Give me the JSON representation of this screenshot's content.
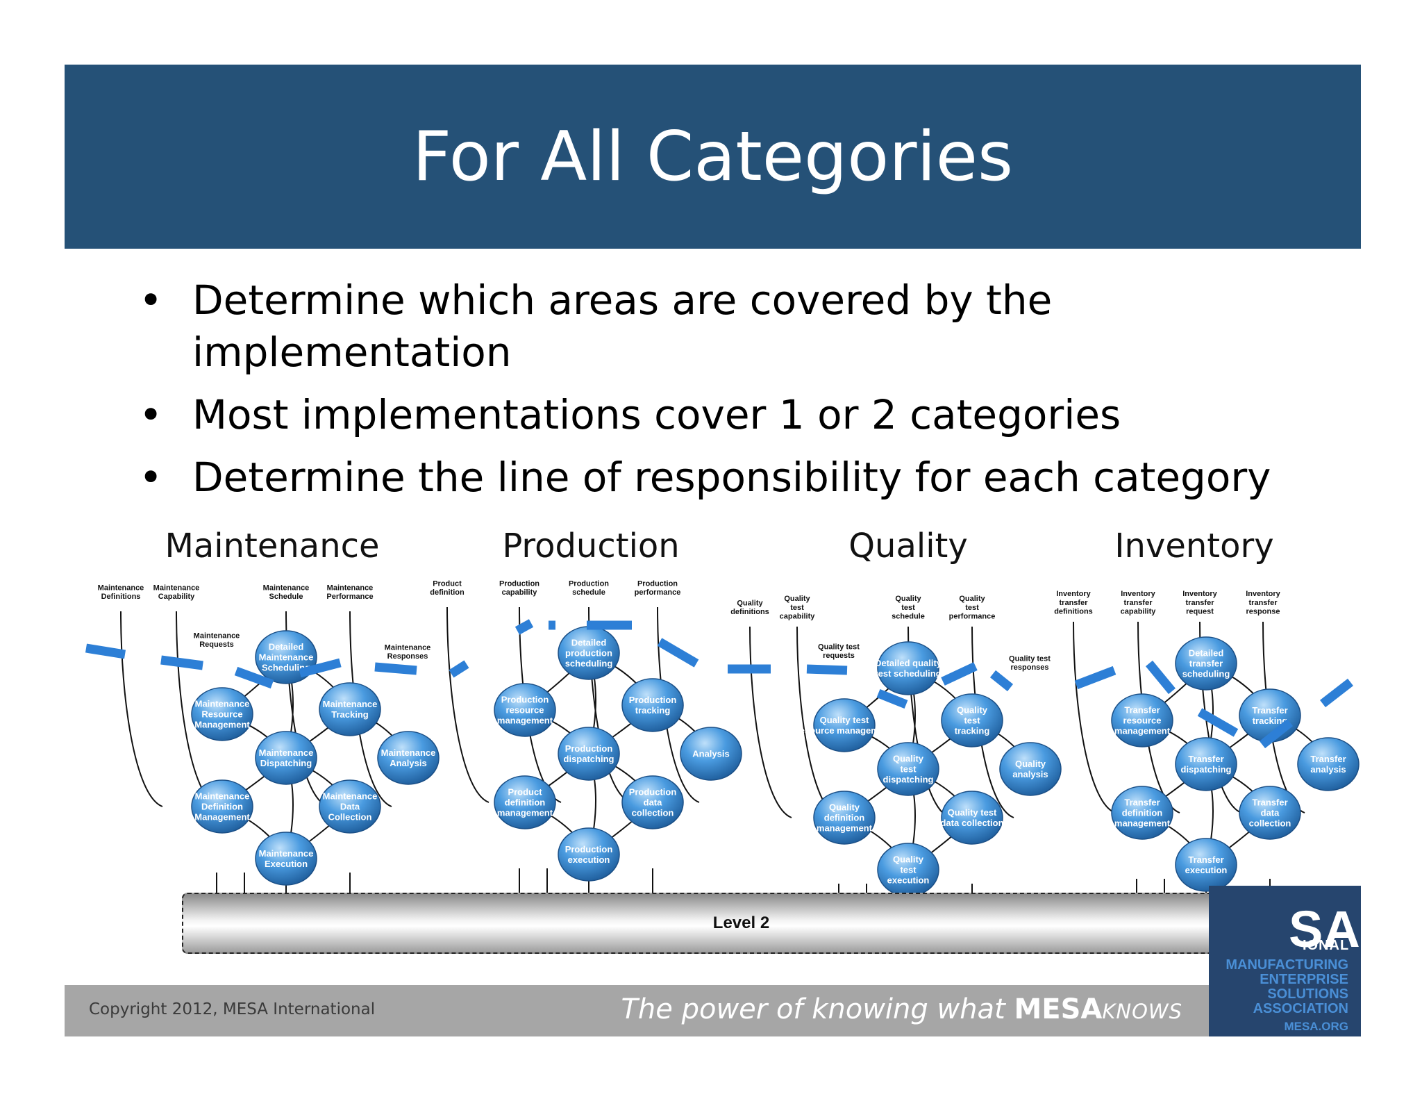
{
  "title": "For All Categories",
  "bullets": [
    "Determine which areas are covered by the implementation",
    "Most implementations cover 1 or 2 categories",
    "Determine the line of responsibility for each category"
  ],
  "categories": [
    {
      "name": "Maintenance",
      "top_labels": [
        "Maintenance Definitions",
        "Maintenance Capability",
        "Maintenance Schedule",
        "Maintenance Performance"
      ],
      "side_labels": [
        "Maintenance Requests",
        "Maintenance Responses"
      ],
      "nodes": [
        "Detailed Maintenance Scheduling",
        "Maintenance Resource Management",
        "Maintenance Tracking",
        "Maintenance Dispatching",
        "Maintenance Analysis",
        "Maintenance Definition Management",
        "Maintenance Data Collection",
        "Maintenance Execution"
      ]
    },
    {
      "name": "Production",
      "top_labels": [
        "Product definition",
        "Production capability",
        "Production schedule",
        "Production performance"
      ],
      "side_labels": [],
      "nodes": [
        "Detailed production scheduling",
        "Production resource management",
        "Production tracking",
        "Production dispatching",
        "Analysis",
        "Product definition management",
        "Production data collection",
        "Production execution"
      ]
    },
    {
      "name": "Quality",
      "top_labels": [
        "Quality definitions",
        "Quality test capability",
        "Quality test schedule",
        "Quality test performance"
      ],
      "side_labels": [
        "Quality test requests",
        "Quality test responses"
      ],
      "nodes": [
        "Detailed quality test scheduling",
        "Quality test resource management",
        "Quality test tracking",
        "Quality test dispatching",
        "Quality analysis",
        "Quality definition management",
        "Quality test data collection",
        "Quality test execution"
      ]
    },
    {
      "name": "Inventory",
      "top_labels": [
        "Inventory transfer definitions",
        "Inventory transfer capability",
        "Inventory transfer request",
        "Inventory transfer response"
      ],
      "side_labels": [],
      "nodes": [
        "Detailed transfer scheduling",
        "Transfer resource management",
        "Transfer tracking",
        "Transfer dispatching",
        "Transfer analysis",
        "Transfer definition management",
        "Transfer data collection",
        "Transfer execution"
      ]
    }
  ],
  "level_label": "Level 2",
  "footer": {
    "copyright": "Copyright 2012, MESA International",
    "tagline_prefix": "The power of knowing what ",
    "tagline_brand": "MESA",
    "tagline_suffix": "KNOWS"
  },
  "logo": {
    "big": "SA",
    "intl": "IONAL",
    "text": "MANUFACTURING\nENTERPRISE\nSOLUTIONS\nASSOCIATION",
    "url": "MESA.ORG"
  },
  "colors": {
    "title_bar": "#255177",
    "node_fill": "#3f8fd0",
    "dash": "#2d7fd6",
    "footer": "#a6a6a6",
    "logo_bg": "#26456e"
  }
}
